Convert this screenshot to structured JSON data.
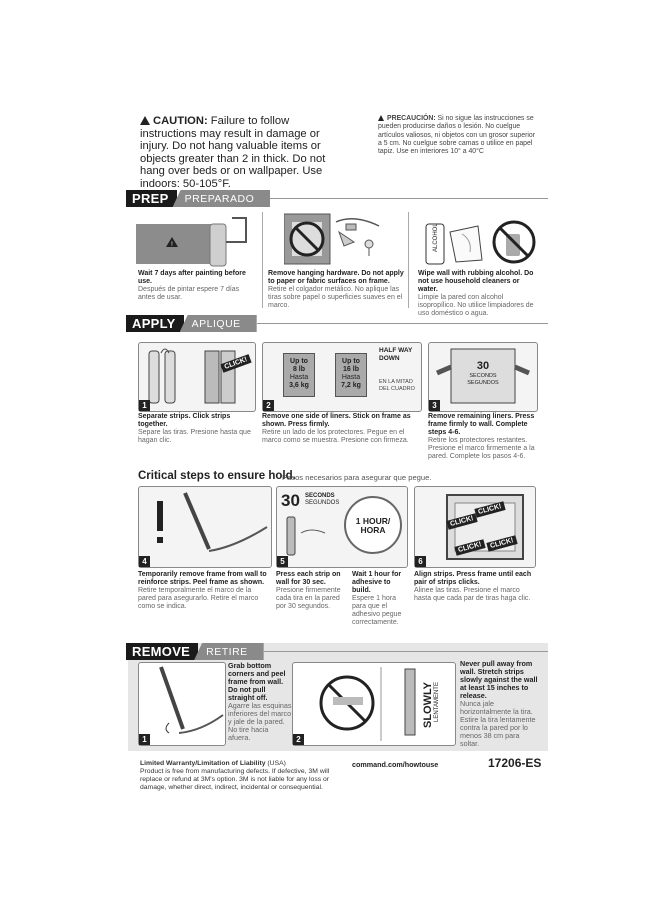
{
  "caution": {
    "label": "CAUTION:",
    "text": "Failure to follow instructions may result in damage or injury. Do not hang valuable items or objects greater than 2 in thick. Do not hang over beds or on wallpaper. Use indoors: 50-105°F.",
    "es_label": "PRECAUCIÓN:",
    "es_text": "Si no sigue las instrucciones se pueden producirse daños o lesión. No cuelgue artículos valiosos, ni objetos con un grosor superior a 5 cm. No cuelgue sobre camas o utilice en papel tapiz. Use en interiores 10° a 40°C"
  },
  "prep": {
    "title": "PREP",
    "subtitle": "PREPARADO",
    "steps": [
      {
        "bold": "Wait 7 days after painting before use.",
        "es": "Después de pintar espere 7 días antes de usar."
      },
      {
        "bold": "Remove hanging hardware. Do not apply to paper or fabric surfaces on frame.",
        "es": "Retire el colgador metálico. No aplique las tiras sobre papel o superficies suaves en el marco."
      },
      {
        "bold": "Wipe wall with rubbing alcohol. Do not use household cleaners or water.",
        "es": "Limpie la pared con alcohol isopropílico. No utilice limpiadores de uso doméstico o agua."
      }
    ],
    "alcohol_label": "ALCOHOL"
  },
  "apply": {
    "title": "APPLY",
    "subtitle": "APLIQUE",
    "click": "CLICK!",
    "weights": [
      {
        "up_to": "Up to",
        "lb": "8 lb",
        "hasta": "Hasta",
        "kg": "3,6 kg"
      },
      {
        "up_to": "Up to",
        "lb": "16 lb",
        "hasta": "Hasta",
        "kg": "7,2 kg"
      }
    ],
    "halfway": "HALF WAY DOWN",
    "halfway_es": "EN LA MITAD DEL CUADRO",
    "seconds_num": "30",
    "seconds_en": "SECONDS",
    "seconds_es": "SEGUNDOS",
    "steps": [
      {
        "n": "1",
        "bold": "Separate strips. Click strips together.",
        "es": "Separe las tiras. Presione hasta que hagan clic."
      },
      {
        "n": "2",
        "bold": "Remove one side of liners. Stick on frame as shown. Press firmly.",
        "es": "Retire un lado de los protectores. Pegue en el marco como se muestra. Presione con firmeza."
      },
      {
        "n": "3",
        "bold": "Remove remaining liners. Press frame firmly to wall. Complete steps 4-6.",
        "es": "Retire los protectores restantes. Presione el marco firmemente a la pared. Complete los pasos 4-6."
      }
    ]
  },
  "critical": {
    "title": "Critical steps to ensure hold.",
    "subtitle": "Pasos necesarios para asegurar que pegue.",
    "seconds_num": "30",
    "seconds_en": "SECONDS",
    "seconds_es": "SEGUNDOS",
    "hour": "1 HOUR/",
    "hora": "HORA",
    "click": "CLICK!",
    "steps": [
      {
        "n": "4",
        "bold": "Temporarily remove frame from wall to reinforce strips. Peel frame as shown.",
        "es": "Retire temporalmente el marco de la pared para asegurarlo. Retire el marco como se indica."
      },
      {
        "n": "5",
        "bold": "Press each strip on wall for 30 sec.",
        "es": "Presione firmemente cada tira en la pared por 30 segundos."
      },
      {
        "n": "",
        "bold": "Wait 1 hour for adhesive to build.",
        "es": "Espere 1 hora para que el adhesivo pegue correctamente."
      },
      {
        "n": "6",
        "bold": "Align strips. Press frame until each pair of strips clicks.",
        "es": "Alinee las tiras. Presione el marco hasta que cada par de tiras haga clic."
      }
    ]
  },
  "remove": {
    "title": "REMOVE",
    "subtitle": "RETIRE",
    "n1": "1",
    "n2": "2",
    "step1_bold": "Grab bottom corners and peel frame from wall. Do not pull straight off.",
    "step1_es": "Agarre las esquinas inferiores del marco y jale de la pared. No tire hacia afuera.",
    "slowly": "SLOWLY",
    "slowly_es": "LENTAMENTE",
    "step2_bold": "Never pull away from wall. Stretch strips slowly against the wall at least 15 inches to release.",
    "step2_es": "Nunca jale horizontalmente la tira. Estire la tira lentamente contra la pared por lo menos 38 cm para soltar."
  },
  "footer": {
    "warranty_bold": "Limited Warranty/Limitation of Liability",
    "warranty_country": "(USA)",
    "warranty_text": "Product is free from manufacturing defects. If defective, 3M will replace or refund at 3M's option. 3M is not liable for any loss or damage, whether direct, indirect, incidental or consequential.",
    "url": "command.com/howtouse",
    "code": "17206-ES"
  }
}
